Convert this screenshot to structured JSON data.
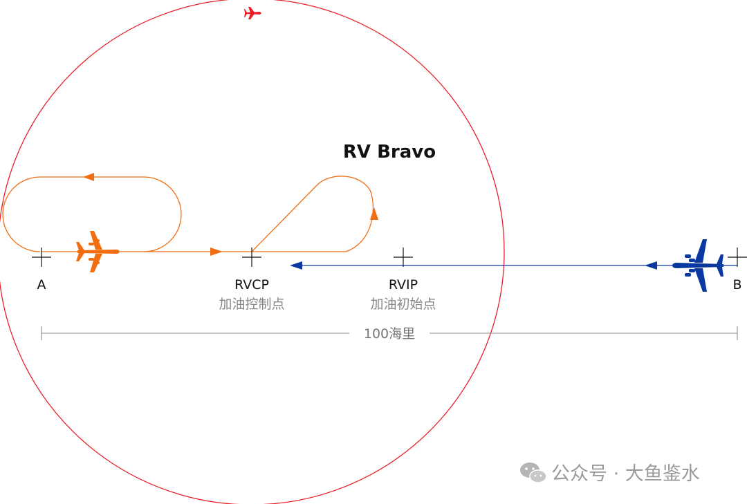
{
  "diagram": {
    "title": "RV Bravo",
    "points": {
      "a": {
        "label": "A"
      },
      "rvcp": {
        "label": "RVCP",
        "sublabel": "加油控制点"
      },
      "rvip": {
        "label": "RVIP",
        "sublabel": "加油初始点"
      },
      "b": {
        "label": "B"
      }
    },
    "distance_label": "100海里",
    "colors": {
      "circle": "#e8202a",
      "tanker": "#f06d10",
      "receiver": "#0a37a0",
      "scale": "#888888",
      "fighter": "#e8202a"
    },
    "icons": {
      "tanker": "tanker-aircraft-icon",
      "receiver": "receiver-aircraft-icon",
      "fighter": "fighter-jet-icon"
    }
  },
  "watermark": {
    "icon": "wechat-icon",
    "text": "公众号 · 大鱼鉴水"
  }
}
